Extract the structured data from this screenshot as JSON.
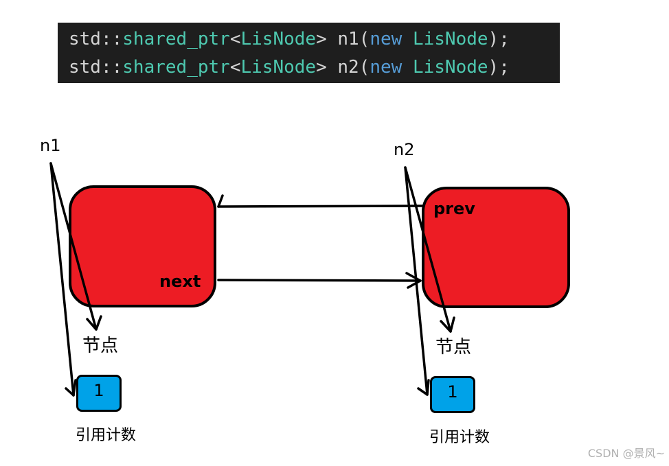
{
  "code": {
    "lines": [
      {
        "prefix": "std::",
        "type": "shared_ptr",
        "open": "<",
        "cls": "LisNode",
        "close": ">",
        "var": " n1(",
        "kw": "new",
        "space": " ",
        "ctor": "LisNode",
        "end": ");"
      },
      {
        "prefix": "std::",
        "type": "shared_ptr",
        "open": "<",
        "cls": "LisNode",
        "close": ">",
        "var": " n2(",
        "kw": "new",
        "space": " ",
        "ctor": "LisNode",
        "end": ");"
      }
    ]
  },
  "diagram": {
    "left": {
      "pointer": "n1",
      "field": "next",
      "node_label": "节点",
      "count": "1",
      "count_label": "引用计数"
    },
    "right": {
      "pointer": "n2",
      "field": "prev",
      "node_label": "节点",
      "count": "1",
      "count_label": "引用计数"
    }
  },
  "colors": {
    "node_fill": "#ed1c24",
    "count_fill": "#00a2e8",
    "code_bg": "#1e1e1e"
  },
  "watermark": "CSDN @景风~"
}
